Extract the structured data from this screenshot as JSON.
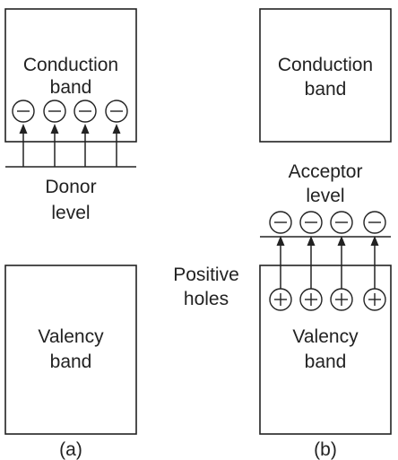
{
  "panel_a": {
    "conduction_label_line1": "Conduction",
    "conduction_label_line2": "band",
    "level_label_line1": "Donor",
    "level_label_line2": "level",
    "valency_label_line1": "Valency",
    "valency_label_line2": "band",
    "caption": "(a)",
    "electrons_count": 4
  },
  "panel_b": {
    "conduction_label_line1": "Conduction",
    "conduction_label_line2": "band",
    "level_label_line1": "Acceptor",
    "level_label_line2": "level",
    "holes_label_line1": "Positive",
    "holes_label_line2": "holes",
    "valency_label_line1": "Valency",
    "valency_label_line2": "band",
    "caption": "(b)",
    "electrons_count": 4,
    "holes_count": 4
  },
  "colors": {
    "stroke": "#222222",
    "background": "#ffffff"
  }
}
